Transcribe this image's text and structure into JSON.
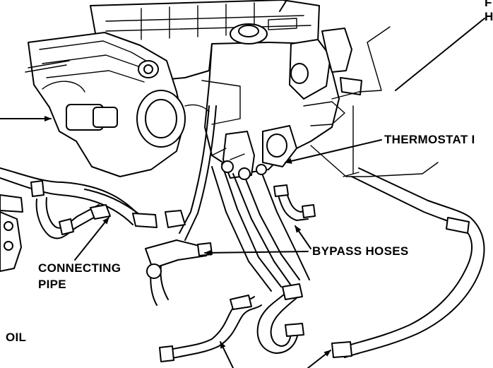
{
  "labels": {
    "thermostat": "THERMOSTAT I",
    "bypass_hoses": "BYPASS HOSES",
    "connecting_pipe_line1": "CONNECTING",
    "connecting_pipe_line2": "PIPE",
    "oil": "OIL",
    "top_right_a": "F",
    "top_right_b": "H"
  }
}
